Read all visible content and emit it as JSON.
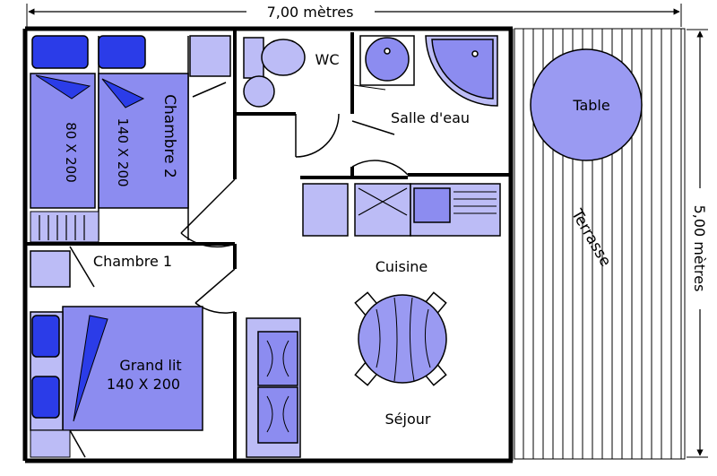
{
  "dimensions": {
    "width_label": "7,00 mètres",
    "height_label": "5,00 mètres"
  },
  "rooms": {
    "chambre2": "Chambre 2",
    "chambre1": "Chambre 1",
    "wc": "WC",
    "salle_deau": "Salle d'eau",
    "cuisine": "Cuisine",
    "sejour": "Séjour",
    "terrasse": "Terrasse"
  },
  "furniture": {
    "bed_small": "80 X 200",
    "bed_medium": "140 X 200",
    "grand_lit_line1": "Grand lit",
    "grand_lit_line2": "140 X 200",
    "table": "Table"
  },
  "colors": {
    "furniture_fill": "#8c8cf0",
    "furniture_light": "#bcbcf6",
    "pillow": "#2b3ce8",
    "wall": "#000000",
    "table_fill": "#9a9af2"
  }
}
